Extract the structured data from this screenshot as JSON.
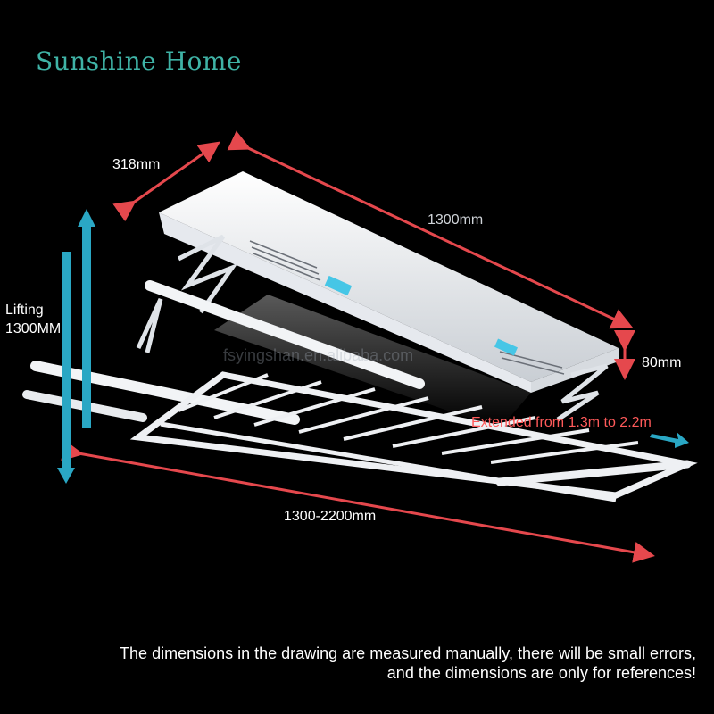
{
  "brand": {
    "name": "Sunshine Home"
  },
  "dimensions": {
    "depth": "318mm",
    "length": "1300mm",
    "height": "80mm",
    "extended": "Extended from 1.3m to 2.2m",
    "rack_length": "1300-2200mm",
    "lifting_line1": "Lifting",
    "lifting_line2": "1300MM"
  },
  "watermark": "fsyingshan.en.alibaba.com",
  "disclaimer": {
    "line1": "The dimensions in the drawing are measured manually, there will be small errors,",
    "line2": "and the dimensions are only for references!"
  },
  "colors": {
    "background": "#000000",
    "brand": "#3fb3a6",
    "arrow_red": "#e5484d",
    "arrow_teal": "#2aa7c4",
    "highlight_text": "#ff5a5a"
  }
}
